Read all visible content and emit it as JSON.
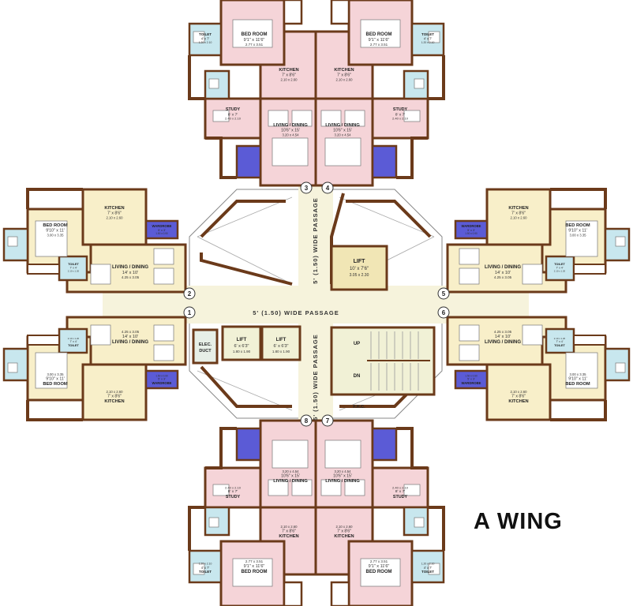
{
  "title": "A WING",
  "passages": {
    "horizontal": "5' (1.50) WIDE PASSAGE",
    "vertical_top": "5' (1.50) WIDE PASSAGE",
    "vertical_bottom": "5' (1.50) WIDE PASSAGE"
  },
  "flat_numbers": [
    "1",
    "2",
    "3",
    "4",
    "5",
    "6",
    "7",
    "8"
  ],
  "core": {
    "lift_big": {
      "name": "LIFT",
      "dim": "10' x 7'6\"",
      "metric": "3.05 x 2.30"
    },
    "lift_a": {
      "name": "LIFT",
      "dim": "6' x 6'3\"",
      "metric": "1.80 x 1.90"
    },
    "lift_b": {
      "name": "LIFT",
      "dim": "6' x 6'3\"",
      "metric": "1.80 x 1.90"
    },
    "elec": {
      "line1": "ELEC.",
      "line2": "DUCT"
    },
    "stair_up": "UP",
    "stair_dn": "DN",
    "fhc": "F.H.C."
  },
  "rooms": {
    "bed_v": {
      "name": "BED ROOM",
      "dim": "9'1\" x 11'6\"",
      "metric": "2.77 x 3.51"
    },
    "bed_h": {
      "name": "BED ROOM",
      "dim": "9'10\" x 11'",
      "metric": "3.00 x 3.35"
    },
    "kitchen_v": {
      "name": "KITCHEN",
      "dim": "7' x 8'6\"",
      "metric": "2.10 x 2.60"
    },
    "kitchen_h": {
      "name": "KITCHEN",
      "dim": "7' x 8'6\"",
      "metric": "2.10 x 2.60"
    },
    "living_v": {
      "name": "LIVING / DINING",
      "dim": "10'6\" x 15'",
      "metric": "3.20 x 4.54"
    },
    "living_h": {
      "name": "LIVING / DINING",
      "dim": "14' x 10'",
      "metric": "4.25 x 3.05"
    },
    "study": {
      "name": "STUDY",
      "dim": "8' x 7'",
      "metric": "2.40 x 2.10"
    },
    "toilet": {
      "name": "TOILET",
      "dim": "4' x 7'",
      "metric": "1.20 x 2.10"
    },
    "toilet_b": {
      "name": "TOILET",
      "dim": "7' x 4'",
      "metric": "2.10 x 1.20"
    },
    "wardrobe": {
      "name": "WARDROBE",
      "dim": "5' x 3'",
      "metric": "1.50 x 0.90"
    }
  },
  "colors": {
    "wall": "#6b3a1a",
    "pink": "#f5d4d8",
    "cream": "#f8efc9",
    "tile": "#c8e7ee",
    "wardrobe": "#5b5bd6",
    "core": "#f1f1d6",
    "corridor": "#f6f3dc"
  }
}
